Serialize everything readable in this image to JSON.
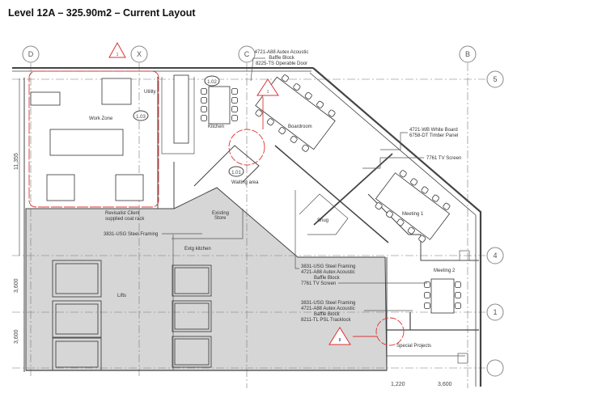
{
  "title": "Level 12A – 325.90m2 – Current Layout",
  "grid_bubbles": {
    "d": "D",
    "x": "X",
    "c": "C",
    "b": "B",
    "r5": "5",
    "r4": "4",
    "r1": "1"
  },
  "revision_tags": {
    "rev1a": "1",
    "rev1b": "1",
    "rev8": "8"
  },
  "room_tags": {
    "t102": "1.02",
    "t103": "1.03",
    "t101": "1.01"
  },
  "rooms": {
    "utility": "Utility",
    "work_zone": "Work Zone",
    "kitchen": "Kitchen",
    "boardroom": "Boardroom",
    "waiting_area": "Waiting area",
    "existing_store": [
      "Existing",
      "Store"
    ],
    "extg_kitchen": "Extg kitchen",
    "lifts": "Lifts",
    "snug": "Snug",
    "meeting_1": "Meeting 1",
    "meeting_2": "Meeting 2",
    "special_projects": "Special Projects"
  },
  "annotations": {
    "operable_door": [
      "4721-A88 Autex Acoustic",
      "Baffle Block",
      "8225-TS Operable Door"
    ],
    "white_board": [
      "4721-WB White Board",
      "6758-DT Timber Panel"
    ],
    "tv_screen": "7761 TV Screen",
    "coat_rack": [
      "Revisalist Client",
      "supplied coat rack"
    ],
    "steel_framing": "3831-USG Steel Framing",
    "meeting2_wall": [
      "3831-USG Steel Framing",
      "4721-A88 Autex Acoustic",
      "Baffle Block",
      "7761 TV Screen"
    ],
    "special_projects_wall": [
      "3831-USG Steel Framing",
      "4721-A88 Autex Acoustic",
      "Baffle Block",
      "8211-TL PSL Tracklock"
    ]
  },
  "dimensions": {
    "v1": "11,355",
    "v2": "3,600",
    "v3": "3,600",
    "h1": "1,220",
    "h2": "3,600"
  },
  "colors": {
    "revision": "#dd3333",
    "shaded_area": "#d6d6d6",
    "wall": "#444444"
  }
}
